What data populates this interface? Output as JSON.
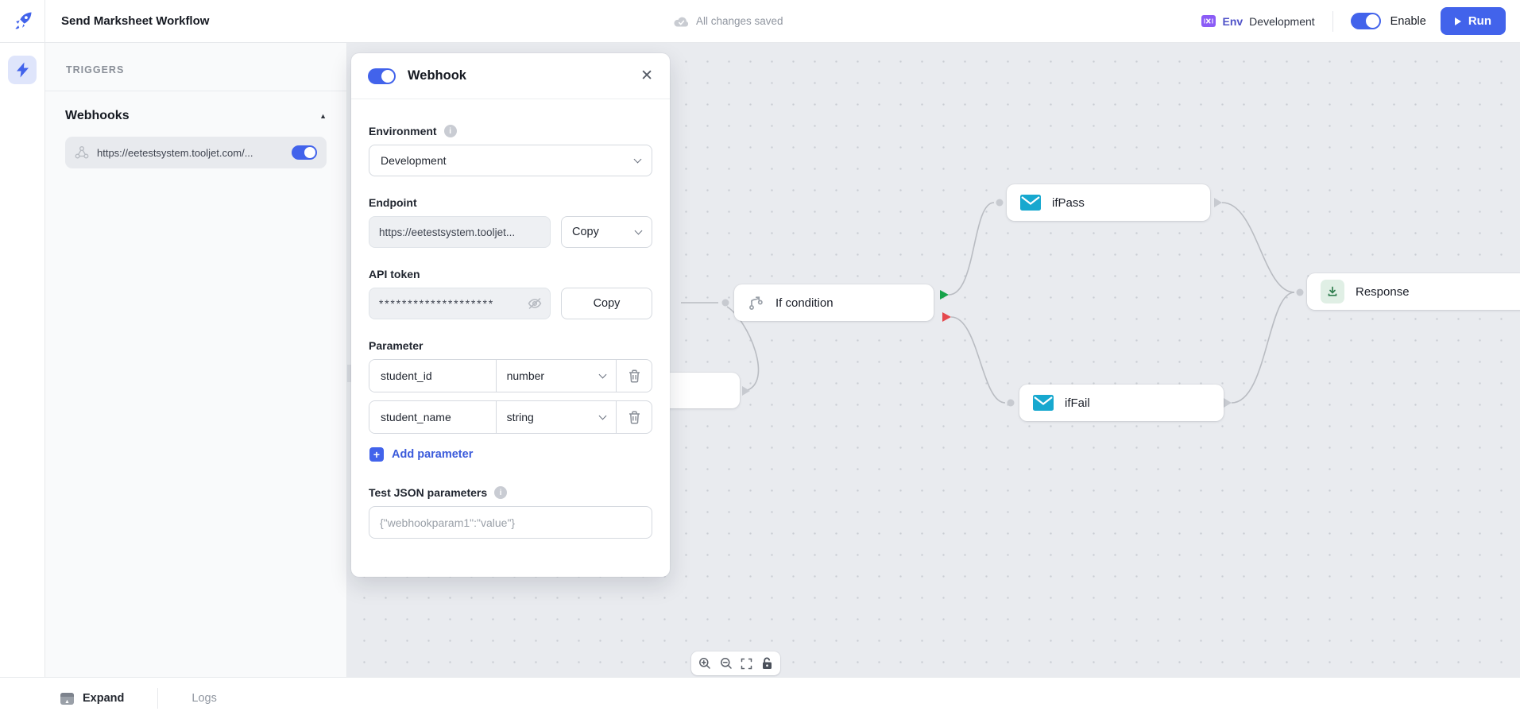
{
  "topbar": {
    "title": "Send Marksheet Workflow",
    "save_status": "All changes saved",
    "env_label": "Env",
    "env_value": "Development",
    "enable_label": "Enable",
    "run_label": "Run"
  },
  "sidebar": {
    "section_title": "TRIGGERS",
    "group_title": "Webhooks",
    "webhook_url": "https://eetestsystem.tooljet.com/..."
  },
  "panel": {
    "title": "Webhook",
    "environment_label": "Environment",
    "environment_value": "Development",
    "endpoint_label": "Endpoint",
    "endpoint_value": "https://eetestsystem.tooljet...",
    "endpoint_copy_label": "Copy",
    "api_token_label": "API token",
    "api_token_value": "********************",
    "api_token_copy_label": "Copy",
    "parameter_label": "Parameter",
    "parameters": [
      {
        "name": "student_id",
        "type": "number"
      },
      {
        "name": "student_name",
        "type": "string"
      }
    ],
    "add_parameter_label": "Add parameter",
    "test_json_label": "Test JSON parameters",
    "test_json_placeholder": "{\"webhookparam1\":\"value\"}"
  },
  "canvas": {
    "nodes": [
      {
        "label": "If condition"
      },
      {
        "label": "ifPass"
      },
      {
        "label": "ifFail"
      },
      {
        "label": "Response"
      }
    ]
  },
  "footer": {
    "expand_label": "Expand",
    "logs_label": "Logs"
  },
  "colors": {
    "primary": "#4263eb",
    "accent_purple": "#8b5cf6",
    "email_icon": "#17a8cf",
    "success_port": "#16a34a",
    "fail_port": "#e5484d"
  }
}
